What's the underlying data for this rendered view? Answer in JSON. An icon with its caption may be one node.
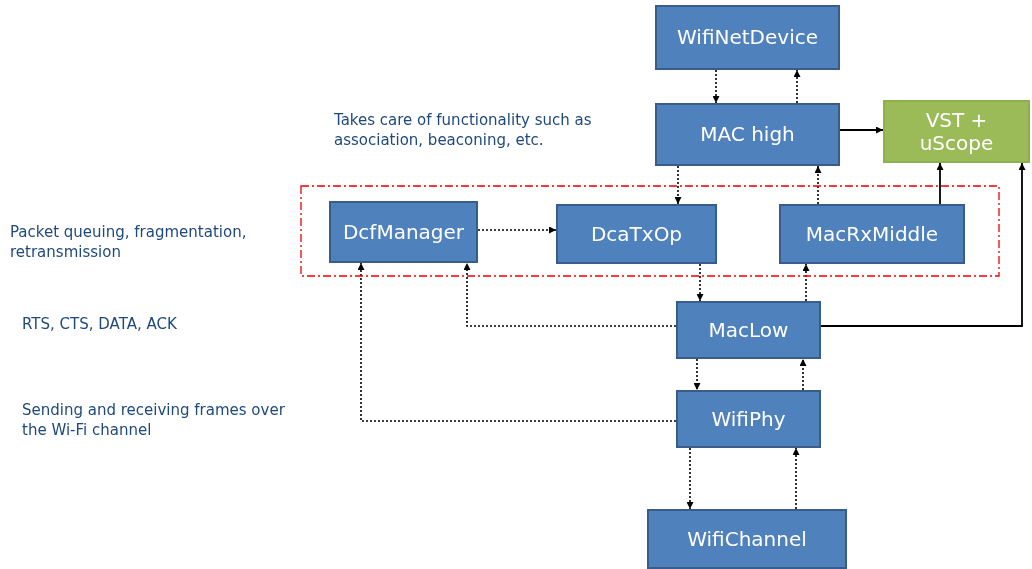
{
  "diagram": {
    "nodes": [
      {
        "text": [
          "WifiNetDevice"
        ]
      },
      {
        "text": [
          "MAC high"
        ]
      },
      {
        "text": [
          "VST + uScope"
        ]
      },
      {
        "text": [],
        "shape": "box"
      },
      {
        "text": [
          "DcfManager"
        ],
        "in": 3
      },
      {
        "text": [
          "DcaTxOp"
        ],
        "in": 3
      },
      {
        "text": [
          "MacRxMiddle"
        ],
        "in": 3
      },
      {
        "text": [
          "MacLow"
        ]
      },
      {
        "text": [
          "WifiPhy"
        ]
      },
      {
        "text": [
          "WifiChannel"
        ]
      }
    ],
    "edges": [
      {
        "from": 0,
        "to": 1,
        "arrow": "to",
        "style": "dashed"
      },
      {
        "from": 1,
        "to": 0,
        "arrow": "to",
        "style": "dashed"
      },
      {
        "from": 1,
        "to": 2,
        "arrow": "to"
      },
      {
        "from": 1,
        "to": 5,
        "arrow": "to",
        "style": "dashed"
      },
      {
        "from": 6,
        "to": 1,
        "arrow": "to",
        "style": "dashed"
      },
      {
        "from": 6,
        "to": 2,
        "arrow": "to"
      },
      {
        "from": 4,
        "to": 5,
        "arrow": "to",
        "style": "dashed"
      },
      {
        "from": 5,
        "to": 7,
        "arrow": "to",
        "style": "dashed"
      },
      {
        "from": 7,
        "to": 6,
        "arrow": "to",
        "style": "dashed"
      },
      {
        "from": 7,
        "to": 4,
        "arrow": "to",
        "style": "dashed"
      },
      {
        "from": 7,
        "to": 2,
        "arrow": "to"
      },
      {
        "from": 7,
        "to": 8,
        "arrow": "to",
        "style": "dashed"
      },
      {
        "from": 8,
        "to": 7,
        "arrow": "to",
        "style": "dashed"
      },
      {
        "from": 8,
        "to": 4,
        "arrow": "to",
        "style": "dashed"
      },
      {
        "from": 8,
        "to": 9,
        "arrow": "to",
        "style": "dashed"
      },
      {
        "from": 9,
        "to": 8,
        "arrow": "to",
        "style": "dashed"
      }
    ],
    "labels": [
      "Takes care of functionality such as association, beaconing, etc.",
      "Packet queuing, fragmentation, retransmission",
      "RTS, CTS, DATA, ACK",
      "Sending and receiving frames over the Wi-Fi channel"
    ]
  }
}
